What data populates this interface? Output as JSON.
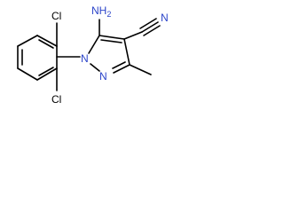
{
  "molecule": {
    "atoms": {
      "amine_n": "NH",
      "amine_sub": "2",
      "cl_top": "Cl",
      "cl_bottom": "Cl",
      "n1": "N",
      "n2": "N",
      "nitrile_n": "N"
    },
    "colors": {
      "bond": "#000000",
      "nitrogen": "#2b44c9",
      "chlorine": "#000000"
    }
  }
}
